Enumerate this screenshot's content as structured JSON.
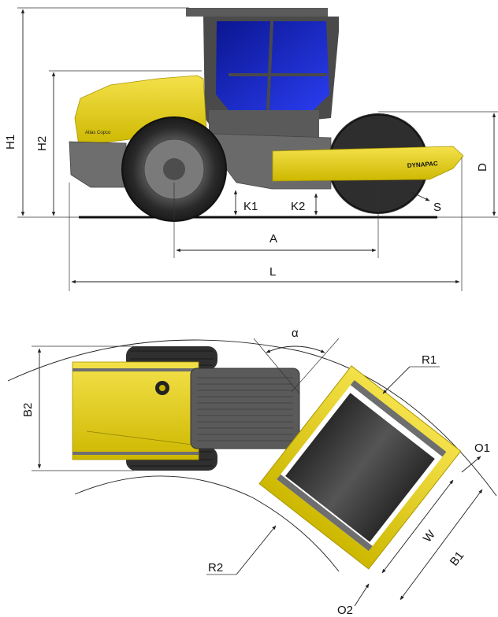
{
  "side_view": {
    "labels": {
      "H1": "H1",
      "H2": "H2",
      "D": "D",
      "K1": "K1",
      "K2": "K2",
      "S": "S",
      "A": "A",
      "L": "L"
    },
    "brand": "DYNAPAC"
  },
  "top_view": {
    "labels": {
      "alpha": "α",
      "R1": "R1",
      "R2": "R2",
      "B1": "B1",
      "B2": "B2",
      "W": "W",
      "O1": "O1",
      "O2": "O2"
    }
  },
  "colors": {
    "yellow": "#e8d200",
    "yellow_dark": "#b9a600",
    "grey": "#6e6e6e",
    "tire": "#2b2b2b",
    "glass": "#1f2fc8",
    "drum": "#3a3a3a"
  }
}
